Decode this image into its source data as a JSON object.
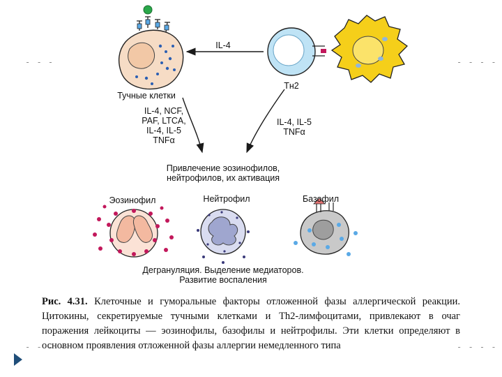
{
  "labels": {
    "il4_top": "IL-4",
    "mast_cells": "Тучные клетки",
    "th2": "Тн2",
    "left_cytokines": [
      "IL-4, NCF,",
      "PAF, LTCA,",
      "IL-4, IL-5",
      "TNFα"
    ],
    "right_cytokines": [
      "IL-4, IL-5",
      "TNFα"
    ],
    "attraction": [
      "Привлечение эозинофилов,",
      "нейтрофилов, их активация"
    ],
    "eosinophil": "Эозинофил",
    "neutrophil": "Нейтрофил",
    "basophil": "Базофил",
    "outcome": [
      "Дегрануляция. Выделение медиаторов.",
      "Развитие воспаления"
    ]
  },
  "caption": {
    "figure_ref": "Рис. 4.31.",
    "text": "Клеточные и гуморальные факторы отложенной фазы аллергической реакции. Цитокины, секретируемые тучными клетками и Th2-лимфоцитами, привлекают в очаг поражения лейкоциты — эозинофилы, базофилы и нейтрофилы. Эти клетки определяют в основном проявления отложенной фазы аллергии немедленного типа"
  },
  "colors": {
    "mast_cell_fill": "#f6dcc5",
    "th2_fill": "#bfe3f5",
    "apc_fill": "#f5cf1a",
    "eosinophil_granule": "#c2185b",
    "neutrophil_fill": "#d9dcf0",
    "basophil_fill": "#c9c9c9",
    "arrow": "#1a1a1a",
    "slide_marker": "#1f4e79"
  }
}
